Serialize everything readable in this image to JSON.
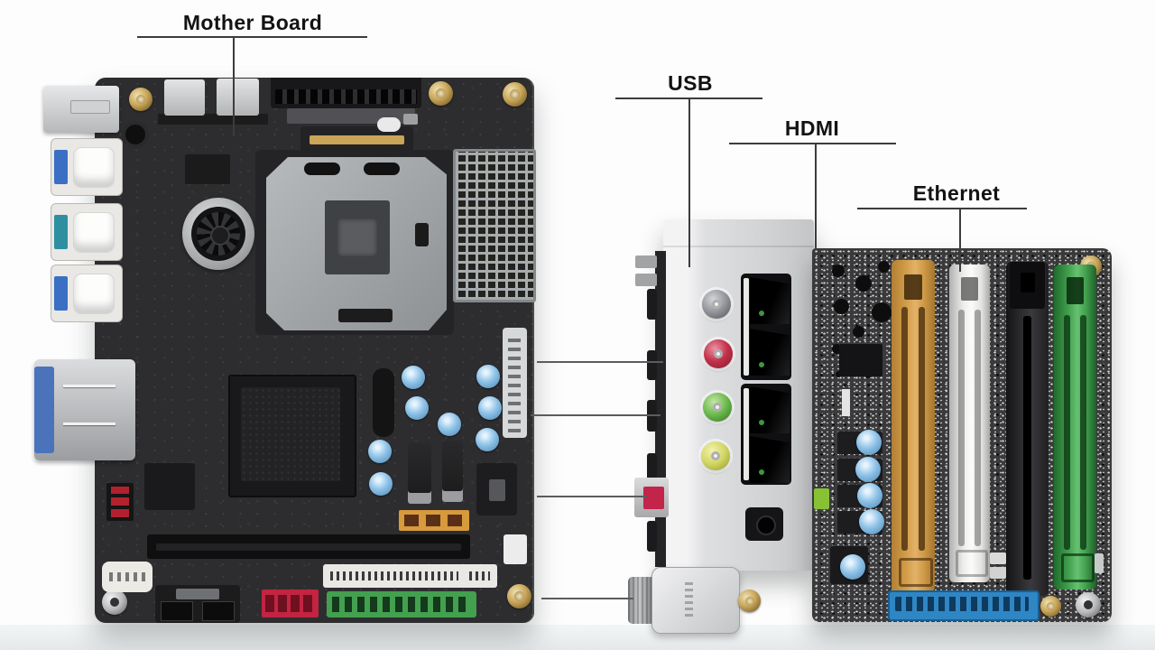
{
  "figure": {
    "type": "labeled hardware diagram",
    "views": {
      "left": "motherboard top view",
      "right": "rear I/O panel and memory slots close-up"
    }
  },
  "annotations": {
    "motherboard": {
      "label": "Mother Board"
    },
    "usb": {
      "label": "USB"
    },
    "hdmi": {
      "label": "HDMI"
    },
    "ethernet": {
      "label": "Ethernet"
    }
  },
  "palette": {
    "text": "#131313",
    "line": "#3c3c3c",
    "pcb_dark": "#2d2d2f",
    "pcb_speckle": "#3a3a3c",
    "gold": "#c9a558",
    "cap_blue": "#8fc3e8",
    "usb_blue": "#3a6fc4",
    "usb_teal": "#2e8fa0",
    "vga_blue": "#4a73bb",
    "orange_conn": "#d79a3c",
    "red_conn": "#c22441",
    "red_jumper": "#b3202e",
    "red_button": "#c2244a",
    "slot_orange": "#cf9a46",
    "slot_green": "#43a04f",
    "conn_blue": "#2f86c4",
    "green_accent": "#86c233",
    "jack_red": "#c23049",
    "jack_green": "#6cbb4d",
    "jack_yellow": "#d3d765"
  }
}
